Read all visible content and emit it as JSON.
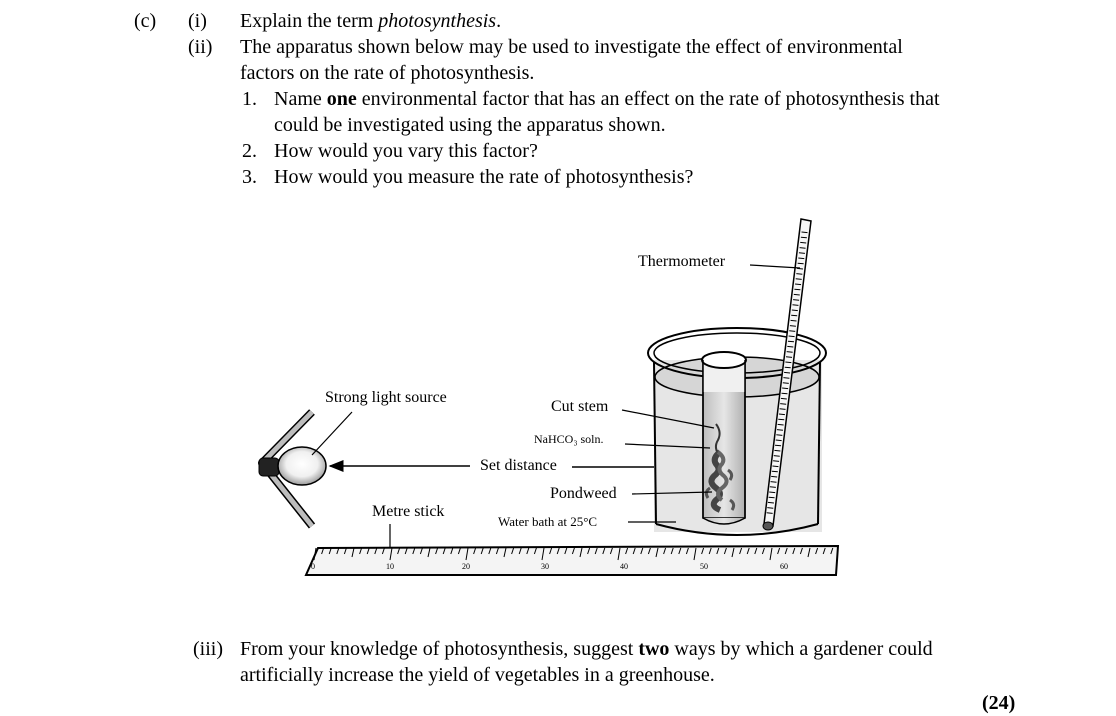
{
  "question": {
    "part": "(c)",
    "i": {
      "num": "(i)",
      "prefix": "Explain the term ",
      "term": "photosynthesis",
      "suffix": "."
    },
    "ii": {
      "num": "(ii)",
      "line1": "The apparatus shown below may be used to investigate the effect of environmental",
      "line2": "factors on the rate of photosynthesis.",
      "items": [
        {
          "num": "1.",
          "pre": "Name ",
          "bold": "one",
          "post": " environmental factor that has an effect on the rate of photosynthesis that",
          "line2": "could be investigated using the apparatus shown."
        },
        {
          "num": "2.",
          "text": "How would you vary this factor?"
        },
        {
          "num": "3.",
          "text": "How would you measure the rate of photosynthesis?"
        }
      ]
    },
    "iii": {
      "num": "(iii)",
      "pre": "From your knowledge of photosynthesis, suggest ",
      "bold": "two",
      "post": " ways by which a gardener could",
      "line2": "artificially increase the yield of vegetables in a greenhouse."
    },
    "marks": "(24)"
  },
  "diagram": {
    "labels": {
      "thermometer": "Thermometer",
      "light": "Strong light source",
      "cut_stem": "Cut stem",
      "nahco3": "NaHCO₃ soln.",
      "distance": "Set distance",
      "pondweed": "Pondweed",
      "metre": "Metre stick",
      "water_bath": "Water bath at 25°C"
    },
    "ruler_numbers": [
      "0",
      "10",
      "20",
      "30",
      "40",
      "50",
      "60"
    ]
  }
}
